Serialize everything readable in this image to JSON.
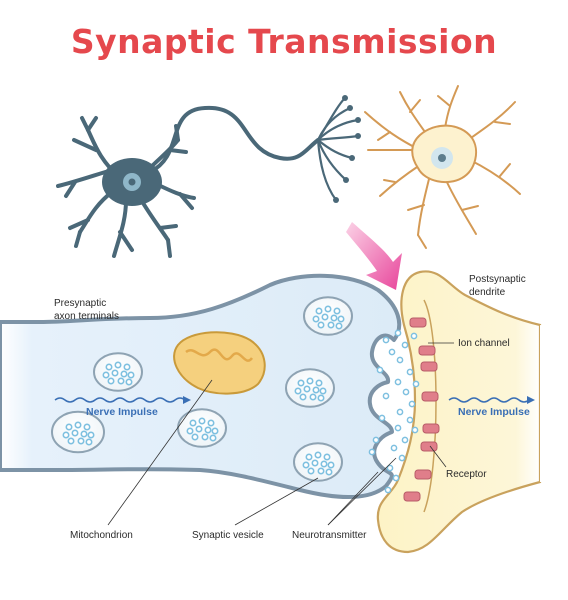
{
  "title": "Synaptic Transmission",
  "labels": {
    "presynaptic": [
      "Presynaptic",
      "axon terminals"
    ],
    "postsynaptic": [
      "Postsynaptic",
      "dendrite"
    ],
    "nerve_impulse_left": "Nerve Impulse",
    "nerve_impulse_right": "Nerve Impulse",
    "ion_channel": "Ion channel",
    "receptor": "Receptor",
    "mitochondrion": "Mitochondrion",
    "synaptic_vesicle": "Synaptic vesicle",
    "neurotransmitter": "Neurotransmitter"
  },
  "colors": {
    "title": "#e5484d",
    "neuron_body": "#4a6878",
    "neuron_nucleus": "#8fb7c9",
    "post_neuron_fill": "#fdf2cf",
    "post_neuron_outline": "#d49a55",
    "pink_arrow": "#e8459b",
    "axon_fill": "#e6f1fb",
    "axon_outline": "#7d93a6",
    "dendrite_fill": "#fdf3c6",
    "dendrite_outline": "#c9a25d",
    "receptor": "#e07e8a",
    "mitochondrion": "#f5d07e",
    "vesicle_dot": "#7ec0e0",
    "impulse": "#3a6fb5"
  }
}
